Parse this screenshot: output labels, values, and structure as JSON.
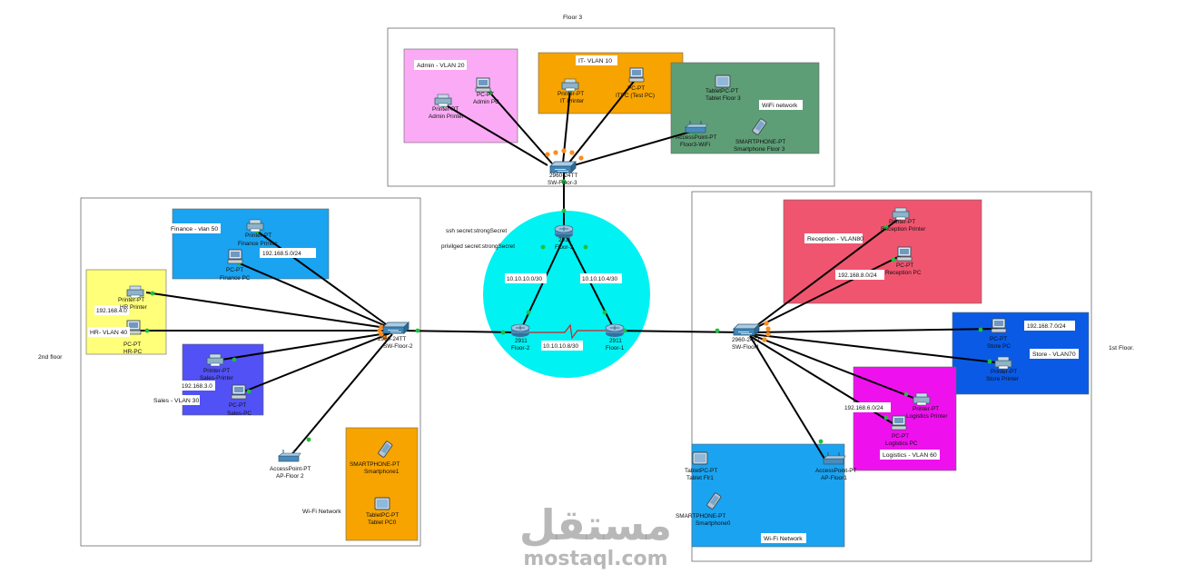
{
  "floor_labels": {
    "floor3": "Floor 3",
    "floor2": "2nd floor",
    "floor1": "1st Floor."
  },
  "areas": {
    "admin": "Admin - VLAN 20",
    "it": "IT- VLAN 10",
    "wifi3": "WiFi network",
    "finance": "Finance - vlan 50",
    "hr": "HR- VLAN 40",
    "sales": "Sales - VLAN 30",
    "wifi2": "Wi-Fi Network",
    "reception": "Reception - VLAN80",
    "store": "Store - VLAN70",
    "logistics": "Logistics - VLAN 60",
    "wifi1": "Wi-Fi Network"
  },
  "subnets": {
    "finance": "192.168.5.0/24",
    "hr": "192.168.4.0",
    "sales": "192.168.3.0",
    "reception": "192.168.8.0/24",
    "store": "192.168.7.0/24",
    "logistics": "192.168.6.0/24"
  },
  "core": {
    "ssh": "ssh secret:strongSecret",
    "privileged": "privilged secret:strongSecret",
    "link_left": "10.10.10.0/30",
    "link_right": "10.10.10.4/30",
    "link_bottom": "10.10.10.8/30"
  },
  "devices": {
    "admin_printer": {
      "type": "Printer-PT",
      "name": "Admin Printer"
    },
    "admin_pc": {
      "type": "PC-PT",
      "name": "Admin PC"
    },
    "it_printer": {
      "type": "Printer-PT",
      "name": "IT Printer"
    },
    "it_pc": {
      "type": "PC-PT",
      "name": "ITPC (Test PC)"
    },
    "tablet_f3": {
      "type": "TabletPC-PT",
      "name": "Tablet Floor 3"
    },
    "ap_f3": {
      "type": "AccessPoint-PT",
      "name": "Floor3-WiFi"
    },
    "phone_f3": {
      "type": "SMARTPHONE-PT",
      "name": "Smartphone Floor 3"
    },
    "sw_f3": {
      "type": "2960-24TT",
      "name": "SW-Floor-3"
    },
    "r_f3": {
      "type": "2911",
      "name": "Floor-3"
    },
    "r_f2": {
      "type": "2911",
      "name": "Floor-2"
    },
    "r_f1": {
      "type": "2911",
      "name": "Floor-1"
    },
    "fin_printer": {
      "type": "Printer-PT",
      "name": "Finance Printer"
    },
    "fin_pc": {
      "type": "PC-PT",
      "name": "Finance PC"
    },
    "hr_printer": {
      "type": "Printer-PT",
      "name": "HR Printer"
    },
    "hr_pc": {
      "type": "PC-PT",
      "name": "HR-PC"
    },
    "sales_printer": {
      "type": "Printer-PT",
      "name": "Sales-Printer"
    },
    "sales_pc": {
      "type": "PC-PT",
      "name": "Sales-PC"
    },
    "sw_f2": {
      "type": "2960-24TT",
      "name": "SW-Floor-2"
    },
    "ap_f2": {
      "type": "AccessPoint-PT",
      "name": "AP-Floor 2"
    },
    "phone_f2": {
      "type": "SMARTPHONE-PT",
      "name": "Smartphone1"
    },
    "tablet_f2": {
      "type": "TabletPC-PT",
      "name": "Tablet PC0"
    },
    "rec_printer": {
      "type": "Printer-PT",
      "name": "Reception Printer"
    },
    "rec_pc": {
      "type": "PC-PT",
      "name": "Reception PC"
    },
    "store_pc": {
      "type": "PC-PT",
      "name": "Store PC"
    },
    "store_printer": {
      "type": "Printer-PT",
      "name": "Store Printer"
    },
    "log_printer": {
      "type": "Printer-PT",
      "name": "Logistics Printer"
    },
    "log_pc": {
      "type": "PC-PT",
      "name": "Logistics PC"
    },
    "sw_f1": {
      "type": "2960-24TT",
      "name": "SW-Floor1"
    },
    "ap_f1": {
      "type": "AccessPoint-PT",
      "name": "AP-Floor1"
    },
    "tablet_f1": {
      "type": "TabletPC-PT",
      "name": "Tablet Flr1"
    },
    "phone_f1": {
      "type": "SMARTPHONE-PT",
      "name": "Smartphone0"
    }
  },
  "watermark": {
    "arabic": "مستقل",
    "latin": "mostaql.com"
  },
  "colors": {
    "admin": "#fbaaf5",
    "it": "#f7a400",
    "wifi3": "#5e9e77",
    "finance": "#1aa3f0",
    "hr": "#ffff7a",
    "sales": "#5151f5",
    "wifi2": "#f7a400",
    "reception": "#f0556f",
    "store": "#0a5ae6",
    "logistics": "#ee11ee",
    "wifi1": "#1aa3f0",
    "core": "#00f2f2"
  }
}
